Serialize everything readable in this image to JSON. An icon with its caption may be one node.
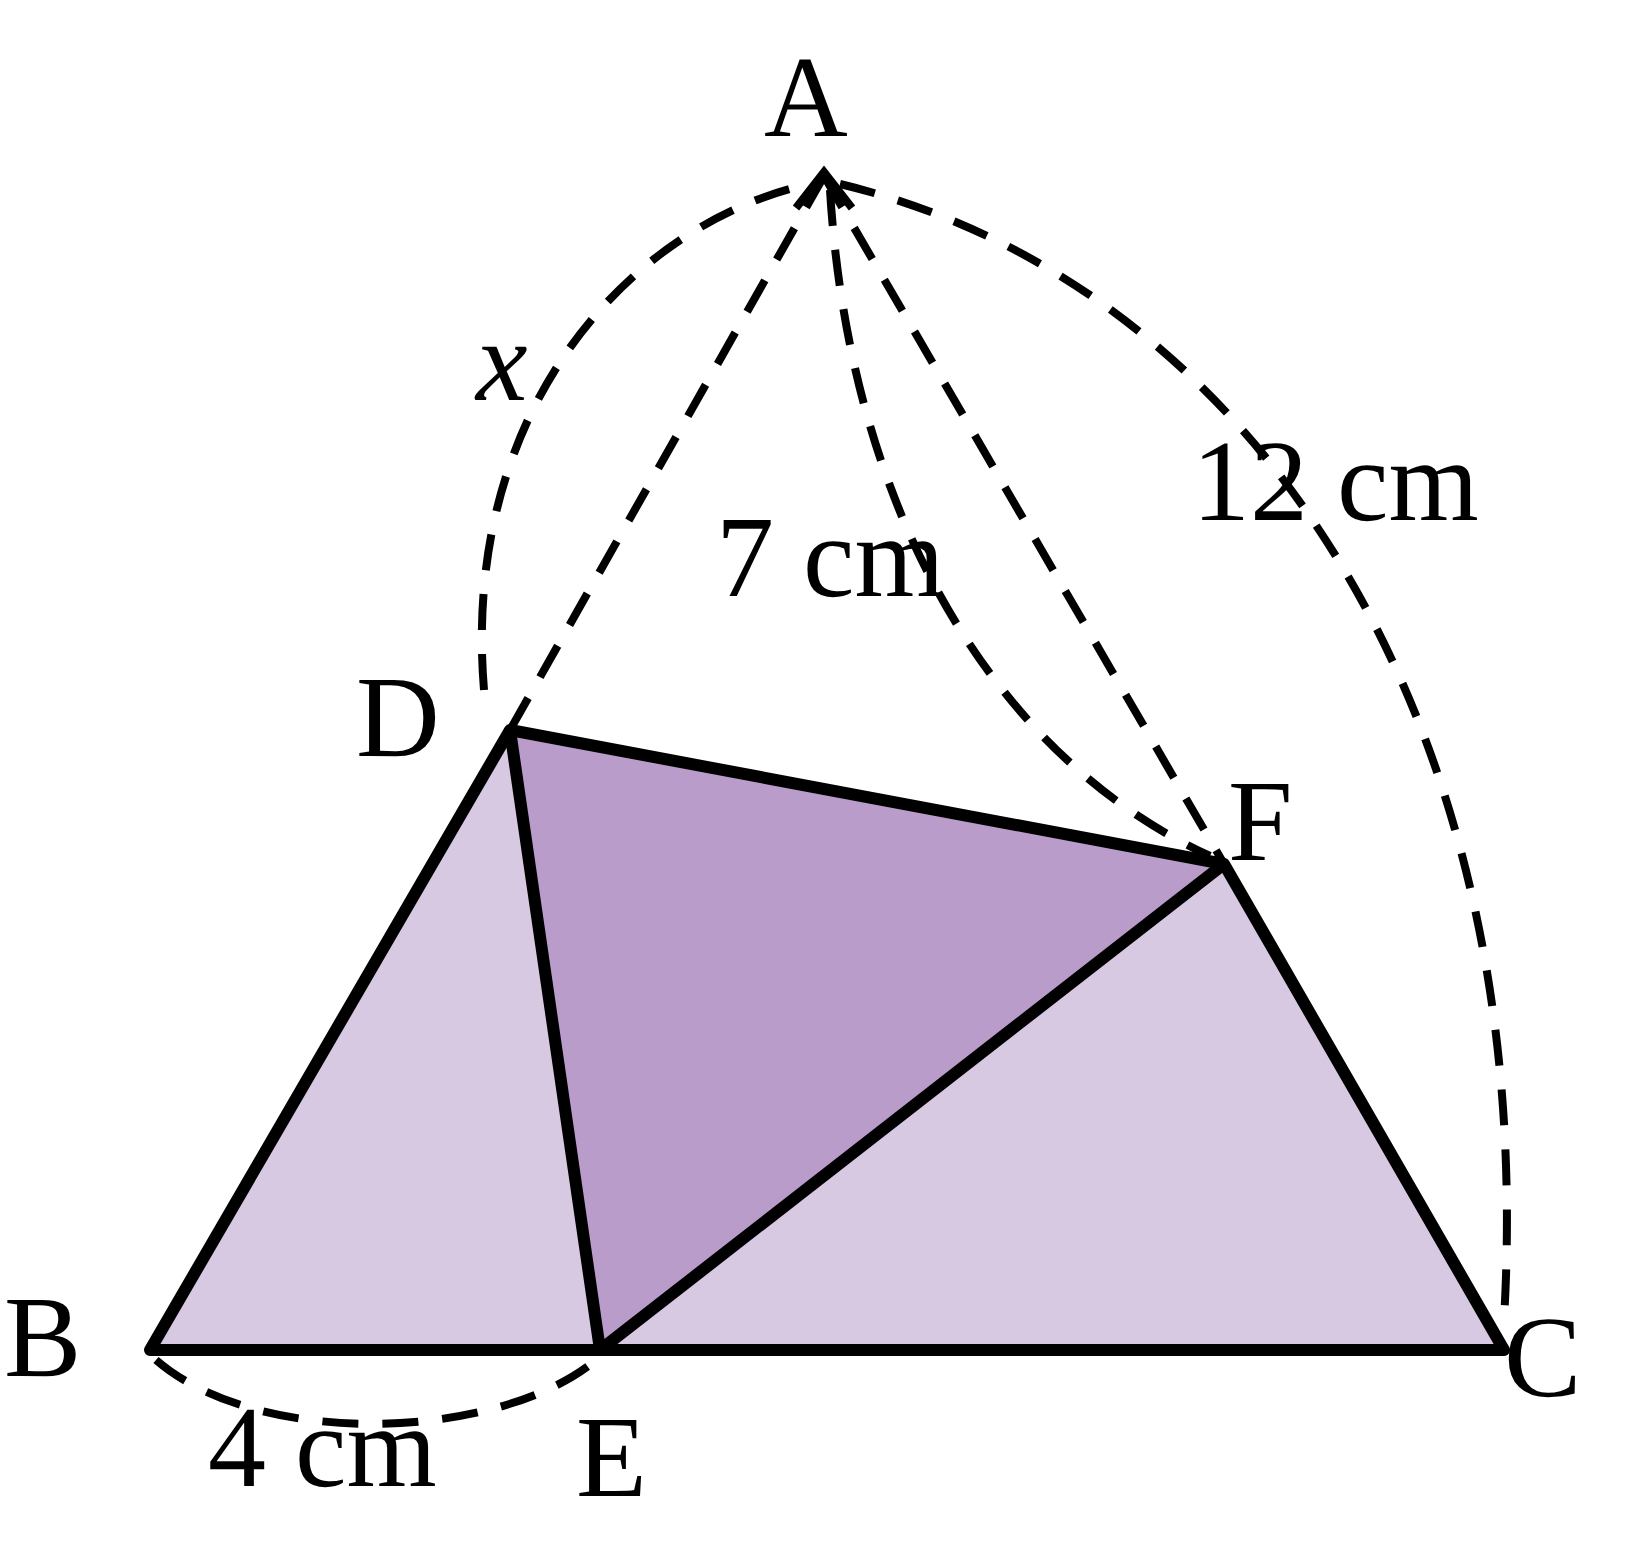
{
  "diagram": {
    "labels": [
      "A",
      "x",
      "12 cm",
      "7 cm",
      "D",
      "F",
      "B",
      "C",
      "4 cm",
      "E"
    ]
  }
}
